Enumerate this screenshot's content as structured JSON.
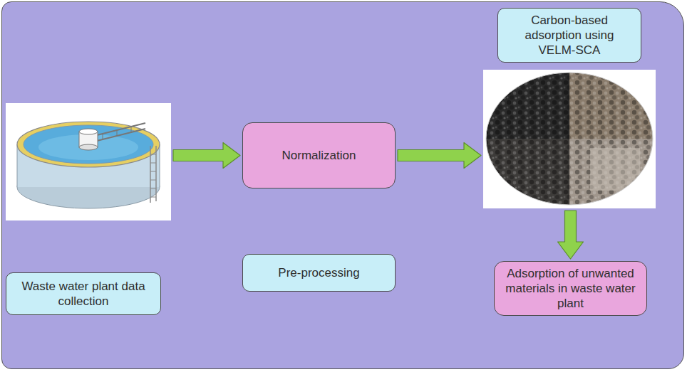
{
  "diagram": {
    "nodes": [
      {
        "text": [
          "Waste water plant data collection"
        ]
      },
      {
        "text": [
          "Normalization"
        ]
      },
      {
        "text": [
          "Pre-processing"
        ]
      },
      {
        "text": [
          "Carbon-based adsorption using VELM-SCA"
        ]
      },
      {
        "text": [
          "Adsorption of unwanted materials in waste water plant"
        ]
      }
    ],
    "edges": [
      {
        "from": 0,
        "to": 1,
        "arrow": "to"
      },
      {
        "from": 1,
        "to": 3,
        "arrow": "to"
      },
      {
        "from": 3,
        "to": 4,
        "arrow": "to"
      }
    ]
  }
}
